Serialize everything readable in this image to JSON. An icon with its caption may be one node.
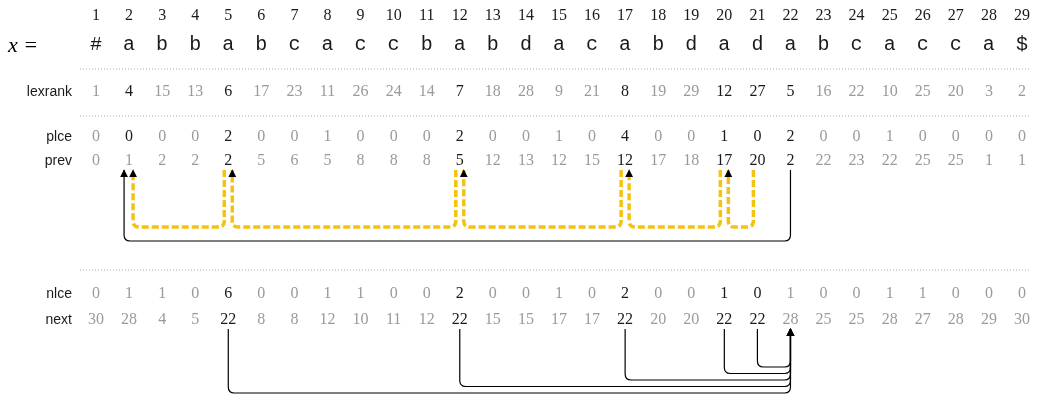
{
  "diagram": {
    "nodes": [
      {
        "text": [
          "1"
        ]
      },
      {
        "text": [
          "2"
        ]
      },
      {
        "text": [
          "5"
        ]
      },
      {
        "text": [
          "12"
        ]
      },
      {
        "text": [
          "17"
        ]
      },
      {
        "text": [
          "20"
        ]
      },
      {
        "text": [
          "2"
        ]
      },
      {
        "text": [
          "22"
        ]
      },
      {
        "text": [
          "22"
        ]
      },
      {
        "text": [
          "22"
        ]
      },
      {
        "text": [
          "22"
        ]
      },
      {
        "text": [
          "22"
        ]
      },
      {
        "text": [
          "28"
        ]
      }
    ],
    "edges": [
      {
        "from": 1,
        "to": 0,
        "arrow": "to",
        "style": "dashed",
        "color": "#f5c211"
      },
      {
        "from": 2,
        "to": 1,
        "arrow": "to",
        "style": "dashed",
        "color": "#f5c211"
      },
      {
        "from": 3,
        "to": 2,
        "arrow": "to",
        "style": "dashed",
        "color": "#f5c211"
      },
      {
        "from": 4,
        "to": 3,
        "arrow": "to",
        "style": "dashed",
        "color": "#f5c211"
      },
      {
        "from": 5,
        "to": 4,
        "arrow": "to",
        "style": "dashed",
        "color": "#f5c211"
      },
      {
        "from": 6,
        "to": 0,
        "arrow": "to"
      },
      {
        "from": 7,
        "to": 12,
        "arrow": "to"
      },
      {
        "from": 8,
        "to": 12,
        "arrow": "to"
      },
      {
        "from": 9,
        "to": 12,
        "arrow": "to"
      },
      {
        "from": 10,
        "to": 12,
        "arrow": "to"
      },
      {
        "from": 11,
        "to": 12,
        "arrow": "to"
      }
    ],
    "labels": [
      "1",
      "2",
      "3",
      "4",
      "5",
      "6",
      "7",
      "8",
      "9",
      "10",
      "11",
      "12",
      "13",
      "14",
      "15",
      "16",
      "17",
      "18",
      "19",
      "20",
      "21",
      "22",
      "23",
      "24",
      "25",
      "26",
      "27",
      "28",
      "29",
      "x =",
      "#",
      "a",
      "b",
      "b",
      "a",
      "b",
      "c",
      "a",
      "c",
      "c",
      "b",
      "a",
      "b",
      "d",
      "a",
      "c",
      "a",
      "b",
      "d",
      "a",
      "d",
      "a",
      "b",
      "c",
      "a",
      "c",
      "c",
      "a",
      "$",
      "lexrank",
      "1",
      "4",
      "15",
      "13",
      "6",
      "17",
      "23",
      "11",
      "26",
      "24",
      "14",
      "7",
      "18",
      "28",
      "9",
      "21",
      "8",
      "19",
      "29",
      "12",
      "27",
      "5",
      "16",
      "22",
      "10",
      "25",
      "20",
      "3",
      "2",
      "plce",
      "0",
      "0",
      "0",
      "0",
      "2",
      "0",
      "0",
      "1",
      "0",
      "0",
      "0",
      "2",
      "0",
      "0",
      "1",
      "0",
      "4",
      "0",
      "0",
      "1",
      "0",
      "2",
      "0",
      "0",
      "1",
      "0",
      "0",
      "0",
      "0",
      "prev",
      "0",
      "2",
      "2",
      "5",
      "6",
      "5",
      "8",
      "8",
      "8",
      "12",
      "13",
      "12",
      "15",
      "17",
      "18",
      "22",
      "23",
      "22",
      "25",
      "25",
      "1",
      "1",
      "nlce",
      "0",
      "1",
      "1",
      "0",
      "6",
      "0",
      "0",
      "1",
      "1",
      "0",
      "0",
      "2",
      "0",
      "0",
      "1",
      "0",
      "2",
      "0",
      "0",
      "1",
      "0",
      "1",
      "0",
      "0",
      "1",
      "1",
      "0",
      "0",
      "0",
      "next",
      "30",
      "28",
      "4",
      "5",
      "8",
      "8",
      "12",
      "10",
      "11",
      "12",
      "15",
      "15",
      "17",
      "17",
      "20",
      "20",
      "25",
      "25",
      "28",
      "27",
      "28",
      "29",
      "30"
    ]
  }
}
